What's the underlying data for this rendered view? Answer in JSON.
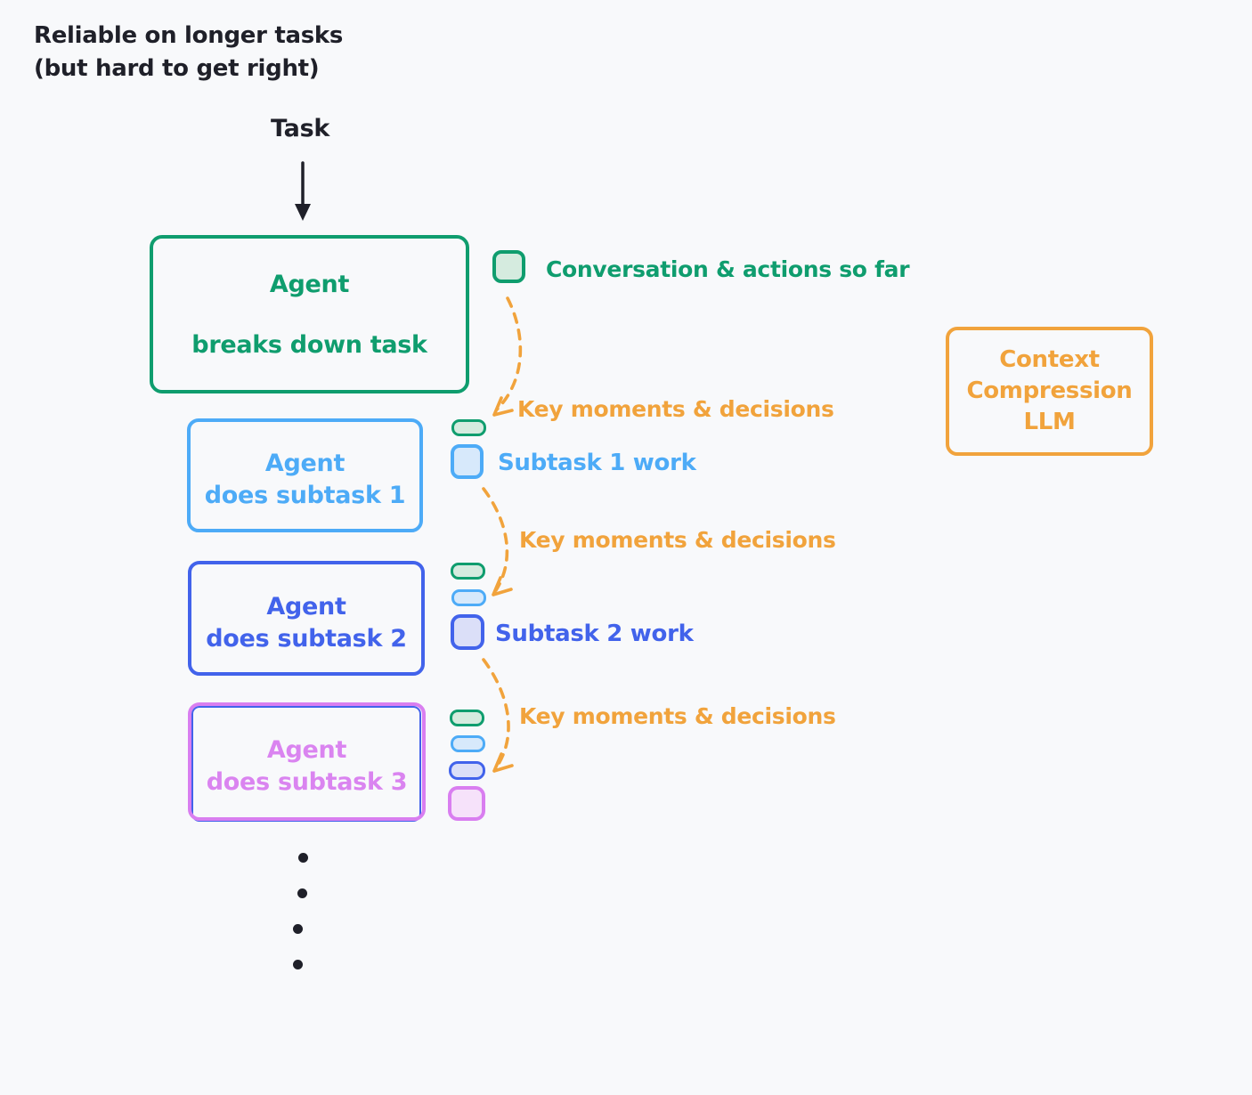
{
  "title": {
    "line1": "Reliable on longer tasks",
    "line2": "(but hard to get right)"
  },
  "flow": {
    "task_label": "Task"
  },
  "planner_box": {
    "line1": "Agent",
    "line2": "breaks down task"
  },
  "legend": {
    "conversation_label": "Conversation & actions so far"
  },
  "labels": {
    "key_moments": "Key moments & decisions"
  },
  "subtasks": [
    {
      "agent_line1": "Agent",
      "agent_line2": "does subtask 1",
      "work_label": "Subtask 1 work"
    },
    {
      "agent_line1": "Agent",
      "agent_line2": "does subtask 2",
      "work_label": "Subtask 2 work"
    },
    {
      "agent_line1": "Agent",
      "agent_line2": "does subtask 3"
    }
  ],
  "compressor_box": {
    "line1": "Context",
    "line2": "Compression",
    "line3": "LLM"
  },
  "colors": {
    "background": "#f8f9fb",
    "ink": "#1f2029",
    "green": "#0f9d6e",
    "green_fill": "#d5ebdf",
    "light_blue": "#4dabf7",
    "light_blue_fill": "#d7e9fb",
    "royal_blue": "#4263eb",
    "royal_blue_fill": "#dbdff8",
    "violet": "#d97ef0",
    "violet_fill": "#f6e2fa",
    "orange": "#f1a33c"
  }
}
